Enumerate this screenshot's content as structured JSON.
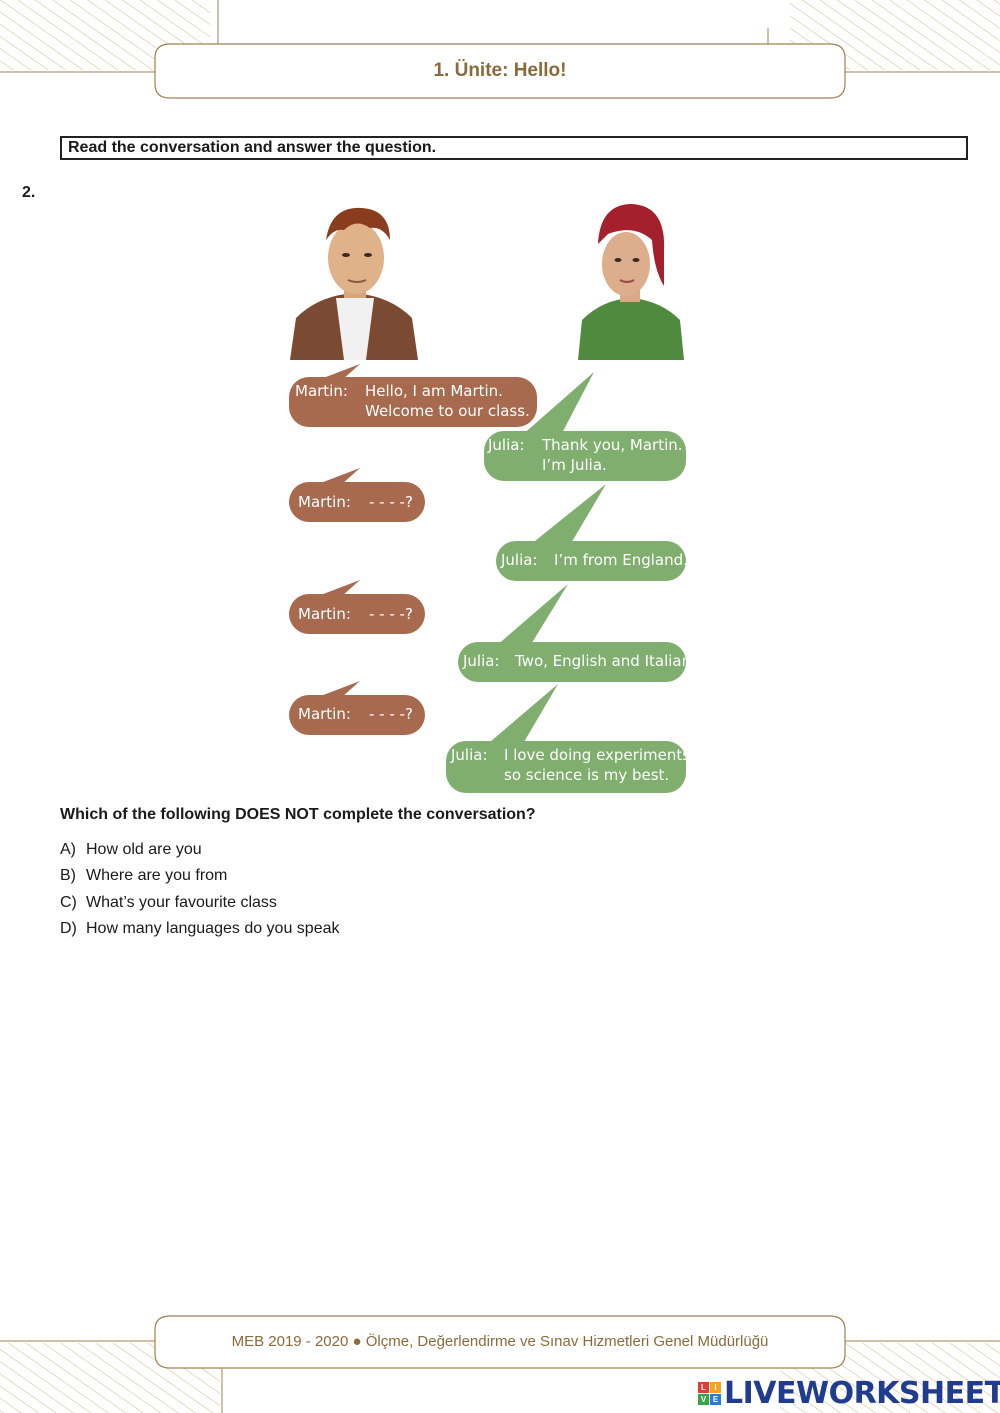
{
  "header": {
    "title": "1. Ünite: Hello!"
  },
  "instruction": "Read the conversation and answer the question.",
  "question_number": "2.",
  "conversation": {
    "m1": {
      "speaker": "Martin:",
      "text": "Hello, I am Martin.\nWelcome to our class."
    },
    "j1": {
      "speaker": "Julia:",
      "text": "Thank you, Martin.\nI’m Julia."
    },
    "m2": {
      "speaker": "Martin:",
      "text": "- - - -?"
    },
    "j2": {
      "speaker": "Julia:",
      "text": "I’m from England."
    },
    "m3": {
      "speaker": "Martin:",
      "text": "- - - -?"
    },
    "j3": {
      "speaker": "Julia:",
      "text": "Two, English and Italian."
    },
    "m4": {
      "speaker": "Martin:",
      "text": "- - - -?"
    },
    "j4": {
      "speaker": "Julia:",
      "text": "I love doing experiments,\nso science is my best."
    }
  },
  "question": "Which of the following DOES NOT complete the conversation?",
  "options": [
    {
      "letter": "A)",
      "text": "How old are you"
    },
    {
      "letter": "B)",
      "text": "Where are you from"
    },
    {
      "letter": "C)",
      "text": "What’s your favourite class"
    },
    {
      "letter": "D)",
      "text": "How many languages do you speak"
    }
  ],
  "footer": {
    "text": "MEB  2019 - 2020 ● Ölçme, Değerlendirme ve Sınav Hizmetleri Genel Müdürlüğü"
  },
  "watermark": {
    "text": "LIVEWORKSHEETS",
    "grid_letters": [
      "L",
      "I",
      "V",
      "E"
    ]
  },
  "colors": {
    "martin_bubble": "#a86a4f",
    "julia_bubble": "#7fae6e",
    "banner": "#8b6a3a",
    "watermark": "#1f3c8f"
  }
}
